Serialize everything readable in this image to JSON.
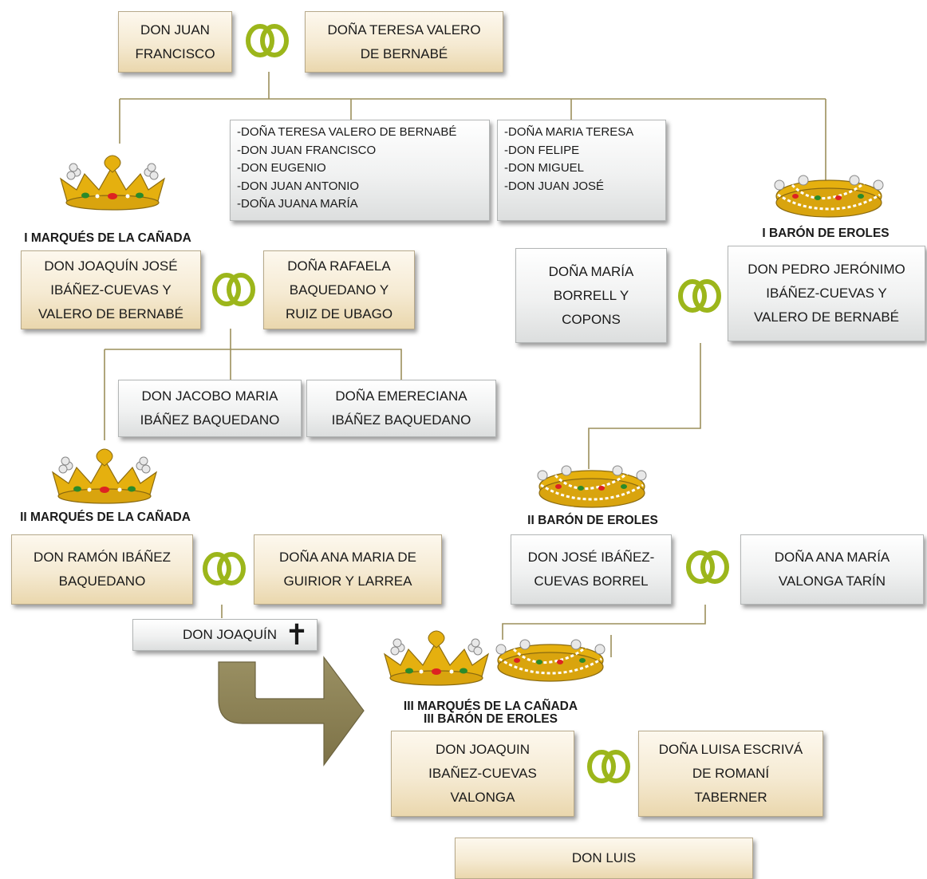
{
  "colors": {
    "tan_fill": "#f5ead2",
    "grey_fill": "#eeefef",
    "connector": "#9c8f5c",
    "ring": "#9cb61b",
    "arrow": "#8f8455",
    "crown_gold": "#e5b00f"
  },
  "people": {
    "don_juan_francisco": "DON JUAN\nFRANCISCO",
    "dona_teresa": "DOÑA TERESA VALERO\nDE BERNABÉ",
    "don_joaquin_jose": "DON JOAQUÍN JOSÉ\nIBÁÑEZ-CUEVAS Y\nVALERO DE BERNABÉ",
    "dona_rafaela": "DOÑA RAFAELA\nBAQUEDANO Y\nRUIZ DE UBAGO",
    "dona_maria_borrell": "DOÑA MARÍA\nBORRELL Y\nCOPONS",
    "don_pedro_jeronimo": "DON PEDRO JERÓNIMO\nIBÁÑEZ-CUEVAS Y\nVALERO DE BERNABÉ",
    "don_jacobo": "DON JACOBO MARIA\nIBÁÑEZ BAQUEDANO",
    "dona_emereciana": "DOÑA EMERECIANA\nIBÁÑEZ BAQUEDANO",
    "don_ramon": "DON RAMÓN IBÁÑEZ\nBAQUEDANO",
    "dona_ana_maria_guirior": "DOÑA ANA MARIA DE\nGUIRIOR Y LARREA",
    "don_joaquin_small": "DON JOAQUÍN",
    "don_jose_ibanez": "DON JOSÉ IBÁÑEZ-\nCUEVAS BORREL",
    "dona_ana_maria_valonga": "DOÑA ANA MARÍA\nVALONGA TARÍN",
    "don_joaquin_valonga": "DON JOAQUIN\nIBAÑEZ-CUEVAS\nVALONGA",
    "dona_luisa": "DOÑA LUISA ESCRIVÁ\nDE ROMANÍ\nTABERNER",
    "don_luis": "DON LUIS"
  },
  "siblings_list_1": [
    "-DOÑA TERESA VALERO DE BERNABÉ",
    "-DON JUAN FRANCISCO",
    "-DON EUGENIO",
    "-DON JUAN ANTONIO",
    "-DOÑA JUANA MARÍA"
  ],
  "siblings_list_2": [
    "-DOÑA MARIA TERESA",
    "-DON FELIPE",
    "-DON MIGUEL",
    "-DON JUAN JOSÉ"
  ],
  "titles": {
    "i_marques": "I MARQUÉS DE LA CAÑADA",
    "i_baron": "I BARÓN DE EROLES",
    "ii_marques": "II MARQUÉS DE LA CAÑADA",
    "ii_baron": "II BARÓN DE EROLES",
    "iii_marques": "III MARQUÉS DE LA CAÑADA",
    "iii_baron": "III BARÓN DE EROLES"
  },
  "icons": {
    "marriage": "wedding-rings-icon",
    "marquis_crown": "marquis-crown-icon",
    "baron_crown": "baron-crown-icon",
    "death": "cross-icon",
    "succession": "bent-arrow-icon"
  }
}
